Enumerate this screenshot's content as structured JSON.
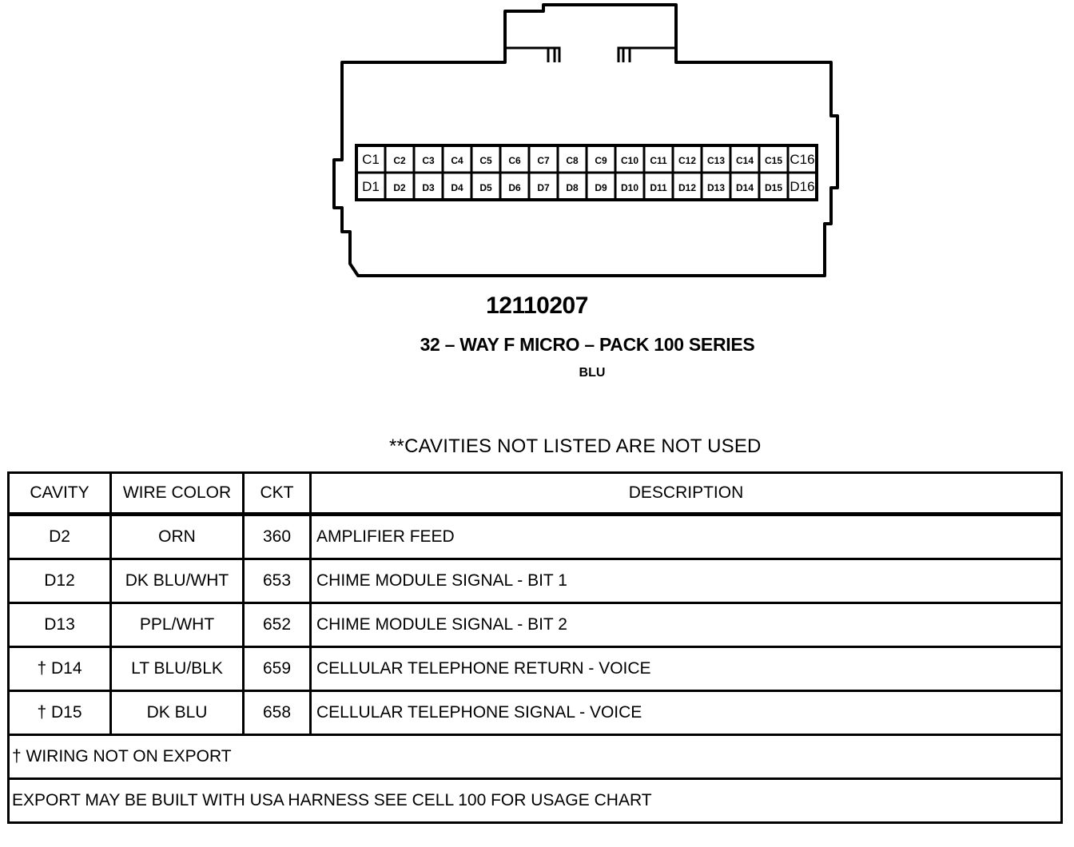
{
  "connector": {
    "part_number": "12110207",
    "name": "32 – WAY F MICRO – PACK 100 SERIES",
    "color": "BLU",
    "row_c": [
      "C1",
      "C2",
      "C3",
      "C4",
      "C5",
      "C6",
      "C7",
      "C8",
      "C9",
      "C10",
      "C11",
      "C12",
      "C13",
      "C14",
      "C15",
      "C16"
    ],
    "row_d": [
      "D1",
      "D2",
      "D3",
      "D4",
      "D5",
      "D6",
      "D7",
      "D8",
      "D9",
      "D10",
      "D11",
      "D12",
      "D13",
      "D14",
      "D15",
      "D16"
    ]
  },
  "note_unused": "**CAVITIES NOT LISTED ARE NOT USED",
  "table": {
    "headers": [
      "CAVITY",
      "WIRE COLOR",
      "CKT",
      "DESCRIPTION"
    ],
    "rows": [
      {
        "cavity": "D2",
        "wire_color": "ORN",
        "ckt": "360",
        "description": "AMPLIFIER FEED"
      },
      {
        "cavity": "D12",
        "wire_color": "DK BLU/WHT",
        "ckt": "653",
        "description": "CHIME MODULE SIGNAL - BIT 1"
      },
      {
        "cavity": "D13",
        "wire_color": "PPL/WHT",
        "ckt": "652",
        "description": "CHIME MODULE SIGNAL - BIT 2"
      },
      {
        "cavity": "† D14",
        "wire_color": "LT BLU/BLK",
        "ckt": "659",
        "description": "CELLULAR TELEPHONE RETURN - VOICE"
      },
      {
        "cavity": "† D15",
        "wire_color": "DK BLU",
        "ckt": "658",
        "description": "CELLULAR TELEPHONE SIGNAL - VOICE"
      }
    ],
    "footnote_1": "† WIRING NOT ON EXPORT",
    "footnote_2": "EXPORT MAY BE BUILT WITH USA HARNESS SEE CELL 100 FOR USAGE CHART"
  }
}
